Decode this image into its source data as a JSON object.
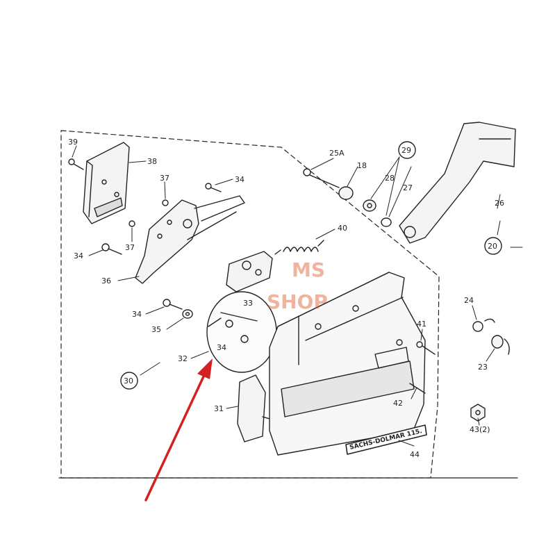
{
  "diagram": {
    "part_labels": [
      "39",
      "38",
      "37",
      "34",
      "37",
      "34",
      "36",
      "34",
      "35",
      "32",
      "34",
      "33",
      "30",
      "31",
      "25A",
      "18",
      "29",
      "28",
      "27",
      "26",
      "20",
      "40",
      "41",
      "24",
      "23",
      "42",
      "43(2)",
      "44"
    ],
    "nameplate": "SACHS-DOLMAR 115.",
    "watermark": {
      "line1": "MS",
      "line2": "SHOP",
      "color": "#e05a2a"
    },
    "arrow_color": "#d42020",
    "line_color": "#222222"
  }
}
